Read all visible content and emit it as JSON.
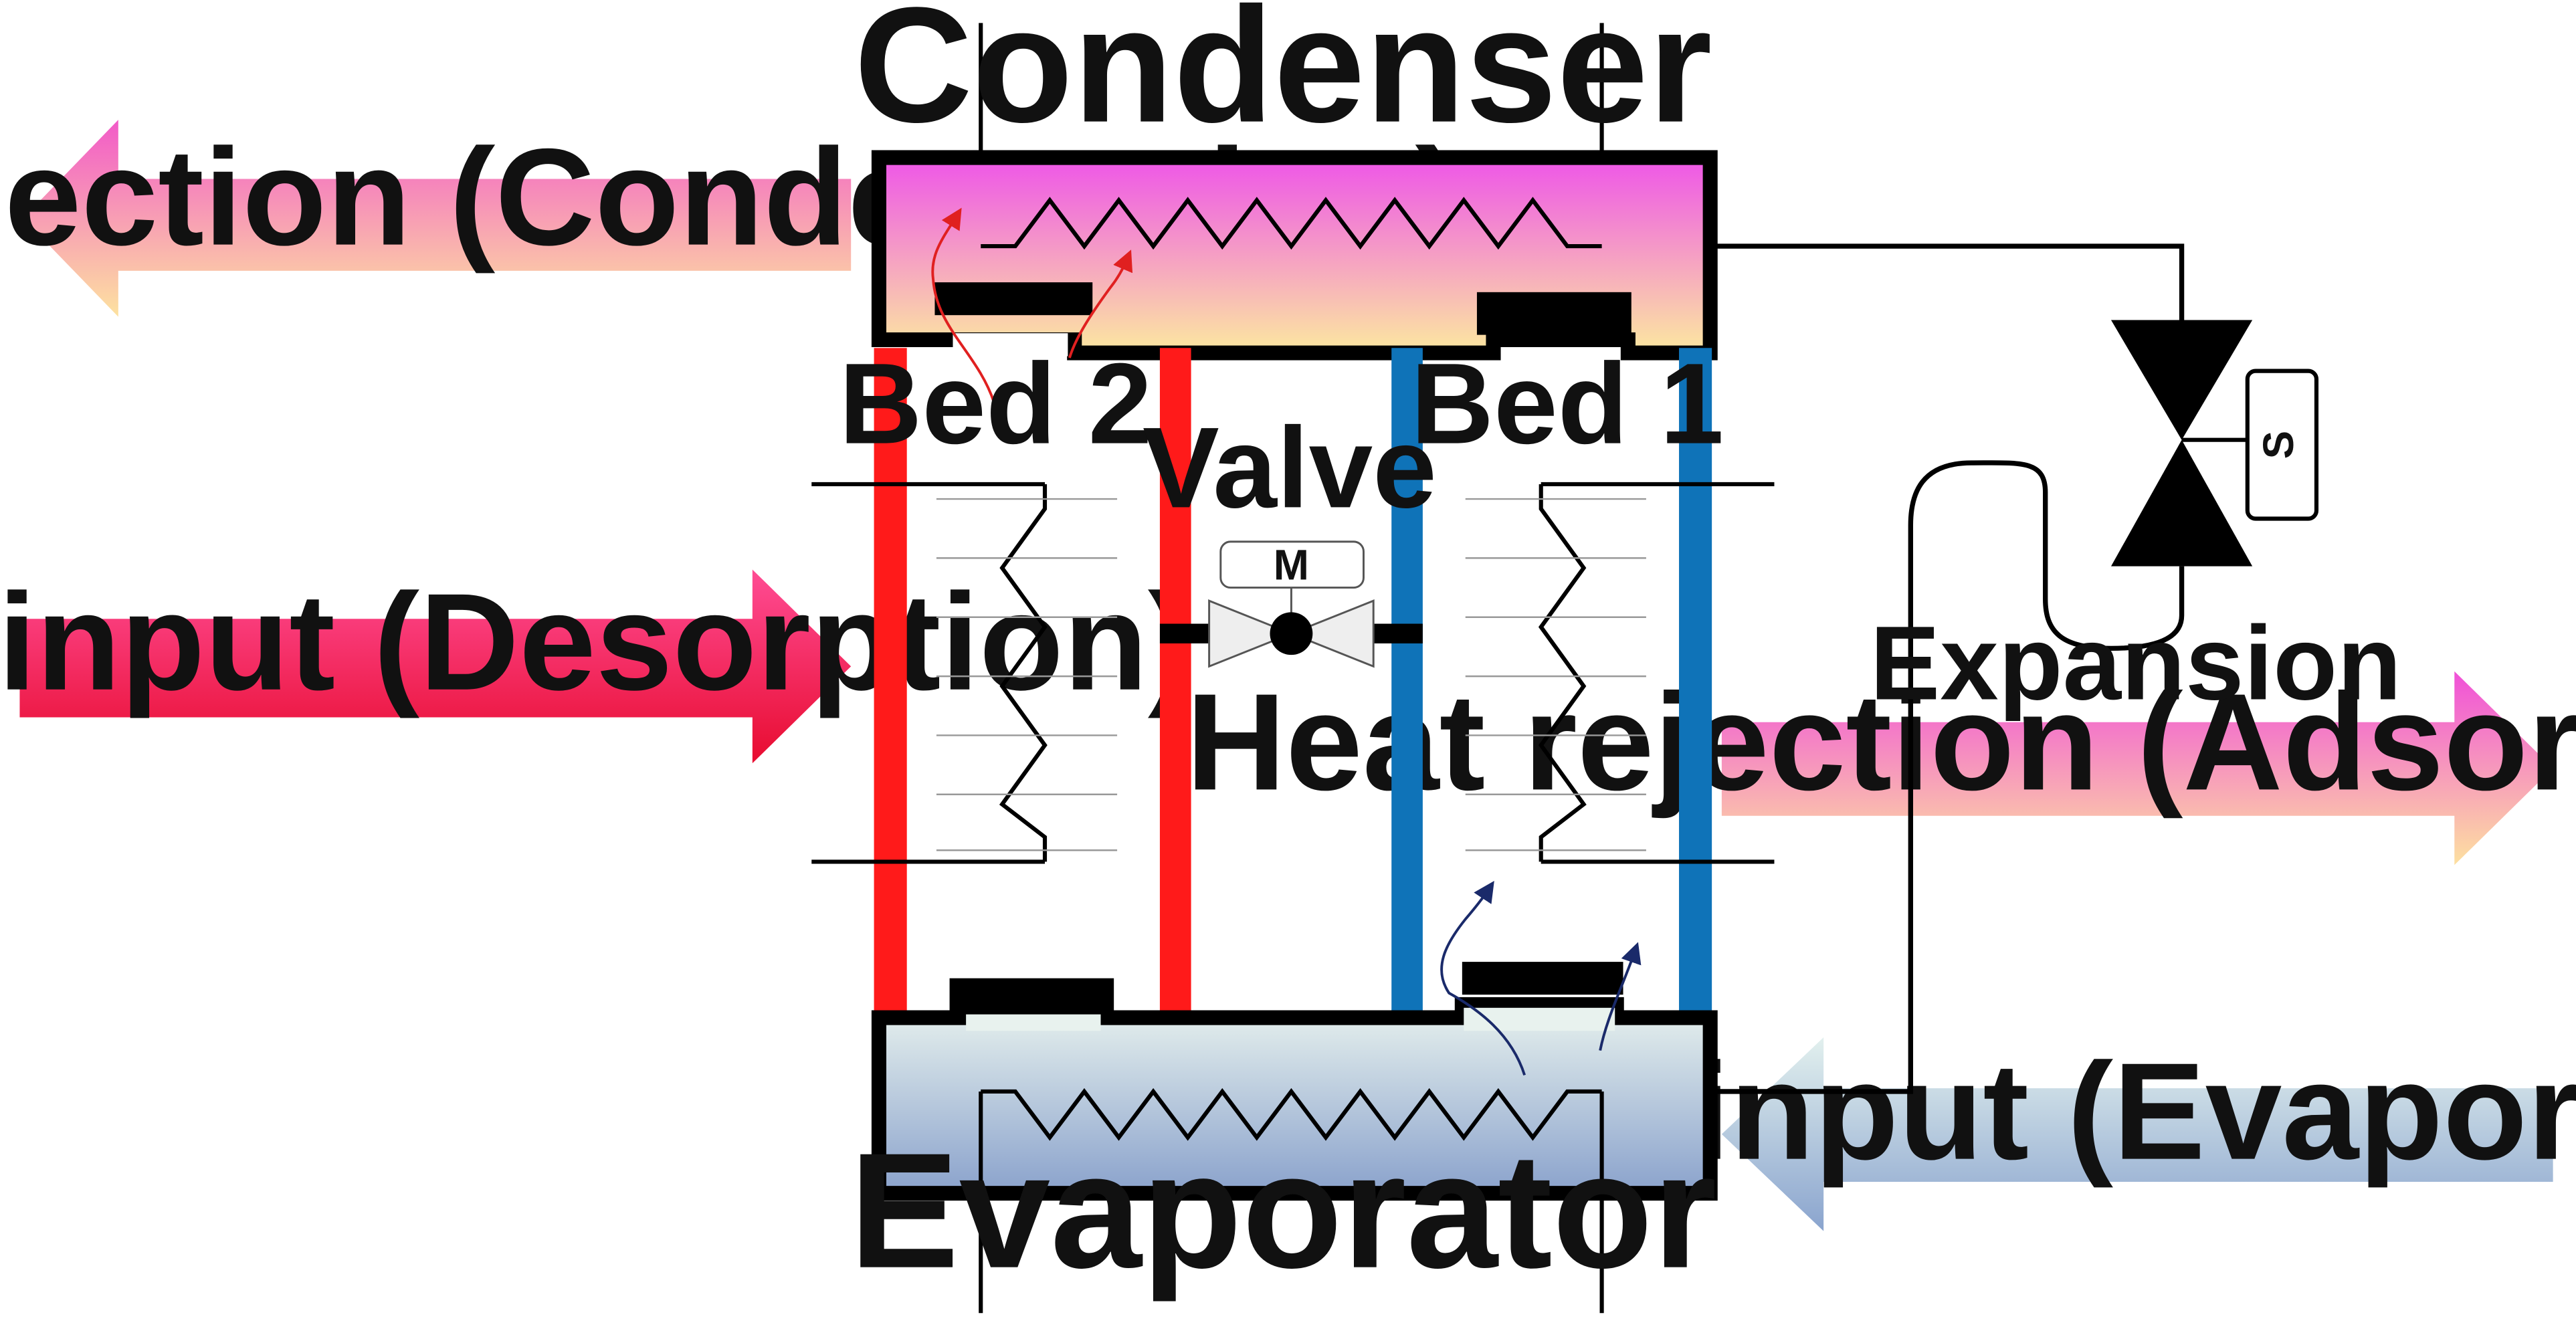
{
  "labels": {
    "condenser": "Condenser",
    "evaporator": "Evaporator",
    "bed2": "Bed 2",
    "bed1": "Bed 1",
    "valve": "Valve",
    "motor": "M",
    "expansion": "Expansion",
    "solenoid": "S"
  },
  "arrows": {
    "heat_rejection_condensation": "Heat rejection (Condensation)",
    "heat_input_desorption": "Heat input (Desorption)",
    "heat_rejection_adsorption": "Heat rejection (Adsorpition)",
    "heat_input_evaporation": "Heat input (Evaporation)"
  },
  "colors": {
    "hot_pipe": "#ff1a1a",
    "cold_pipe": "#0f73b8",
    "outline": "#000000",
    "condenser_top": "#ee55e8",
    "condenser_bottom": "#fce8a0",
    "evaporator_top": "#e6f0ee",
    "evaporator_bottom": "#8aa2cc",
    "desorption_arrow": "#ee1848",
    "condensation_arrow": "#f06ab4",
    "adsorption_arrow": "#f060d0",
    "evaporation_arrow": "#8aa8d0",
    "vapor_hot": "#e02020",
    "vapor_cold": "#1a2a6a"
  }
}
